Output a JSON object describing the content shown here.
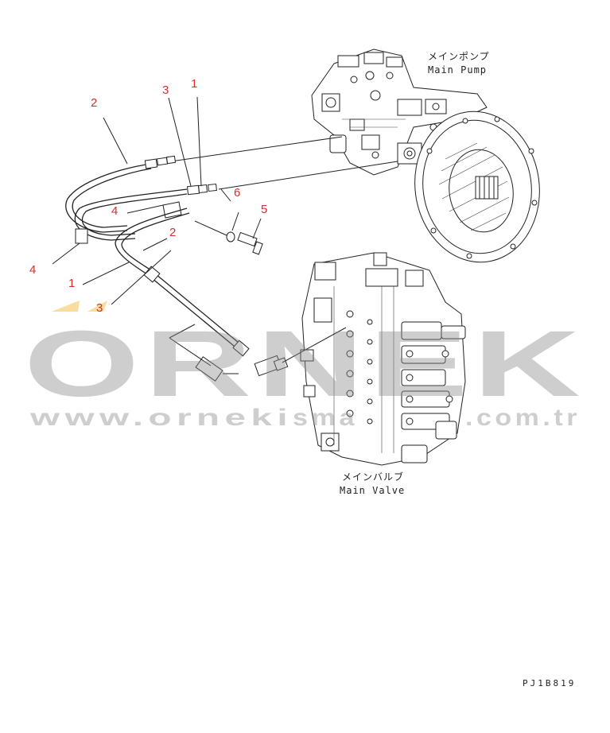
{
  "components": {
    "pump": {
      "label_jp": "メインポンプ",
      "label_en": "Main Pump"
    },
    "valve": {
      "label_jp": "メインバルブ",
      "label_en": "Main Valve"
    }
  },
  "callouts": {
    "c_2_top": "2",
    "c_3_top": "3",
    "c_1_top": "1",
    "c_4_mid": "4",
    "c_6": "6",
    "c_5": "5",
    "c_2_mid": "2",
    "c_4_left": "4",
    "c_1_left": "1",
    "c_3_left": "3"
  },
  "drawing_code": "PJ1B819",
  "watermark": {
    "brand": "ORNEK",
    "url": "www.orneki",
    "url_tail": "sma",
    "url_end": ".com.tr"
  },
  "colors": {
    "callout": "#d0322d",
    "line": "#222222",
    "watermark": "#8a8a8a",
    "watermark_accent": "#f2c14e"
  }
}
